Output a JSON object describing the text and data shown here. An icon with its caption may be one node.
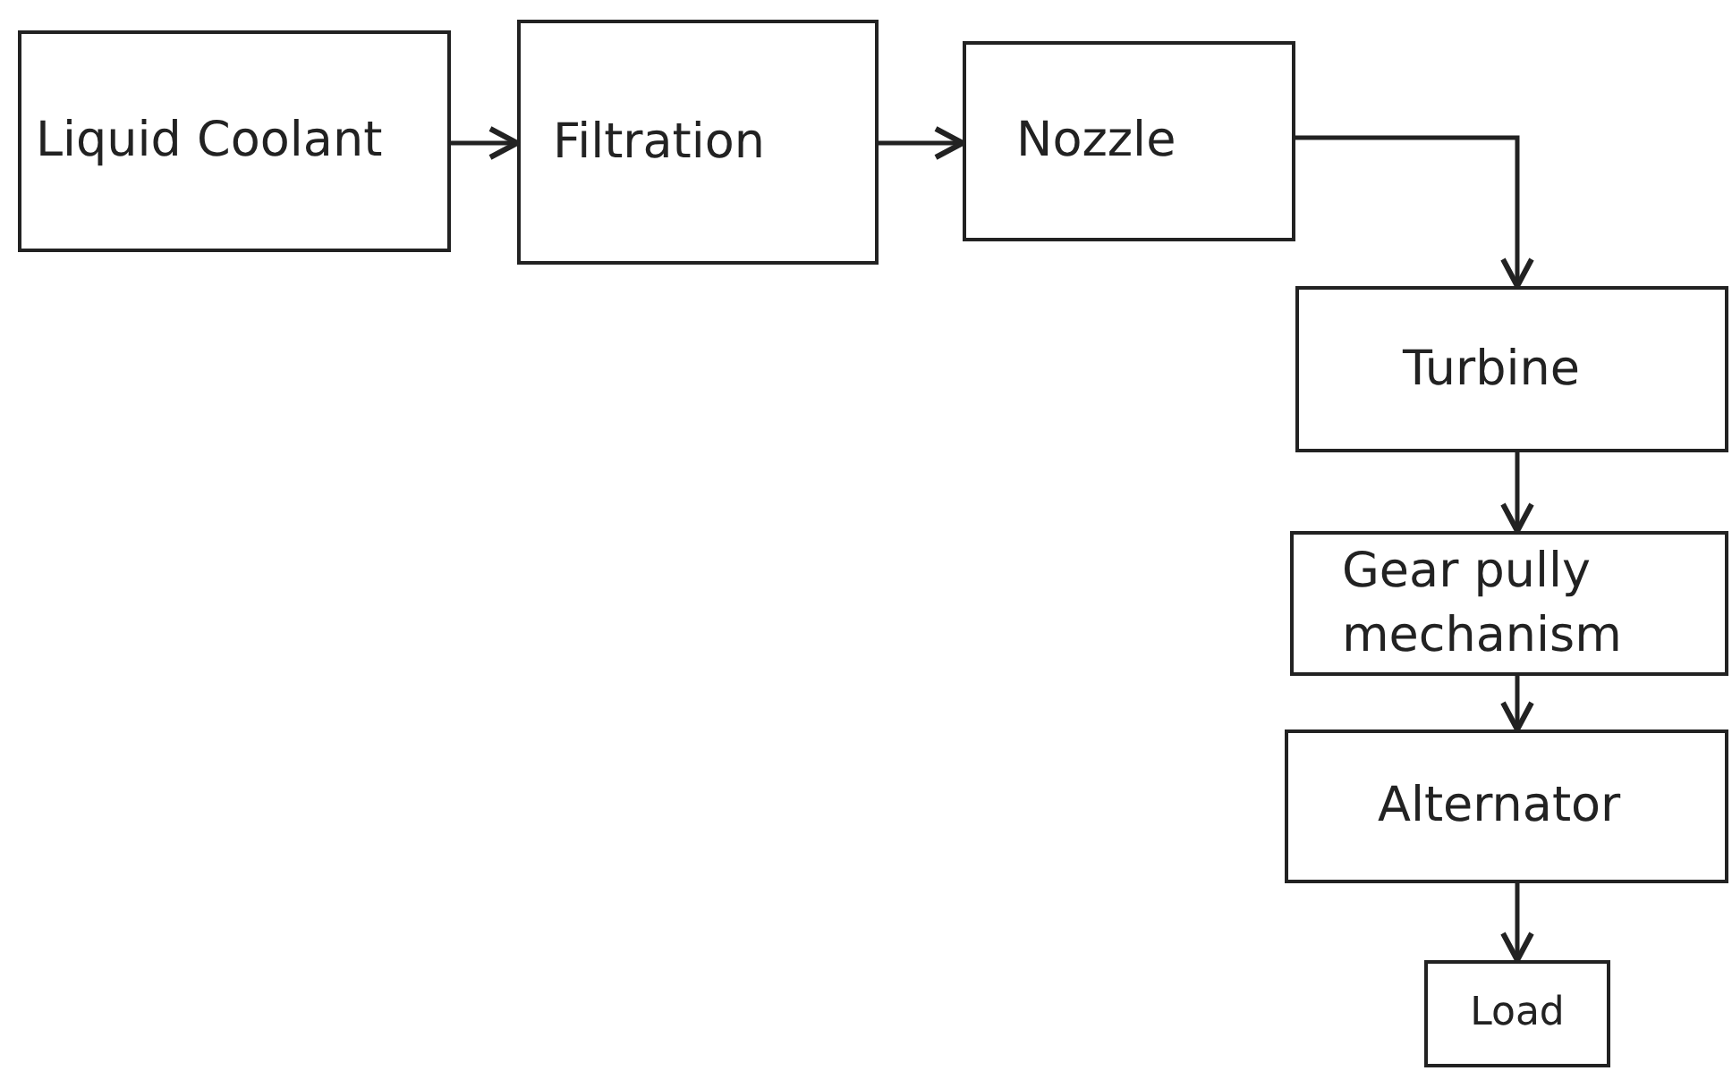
{
  "diagram": {
    "nodes": [
      {
        "text": [
          "Liquid Coolant"
        ]
      },
      {
        "text": [
          "Filtration"
        ]
      },
      {
        "text": [
          "Nozzle"
        ]
      },
      {
        "text": [
          "Turbine"
        ]
      },
      {
        "text": [
          "Gear pully mechanism"
        ]
      },
      {
        "text": [
          "Alternator"
        ]
      },
      {
        "text": [
          "Load"
        ]
      }
    ],
    "edges": [
      {
        "from": 0,
        "to": 1,
        "arrow": "to"
      },
      {
        "from": 1,
        "to": 2,
        "arrow": "to"
      },
      {
        "from": 2,
        "to": 3,
        "arrow": "to"
      },
      {
        "from": 3,
        "to": 4,
        "arrow": "to"
      },
      {
        "from": 4,
        "to": 5,
        "arrow": "to"
      },
      {
        "from": 5,
        "to": 6,
        "arrow": "to"
      }
    ]
  }
}
